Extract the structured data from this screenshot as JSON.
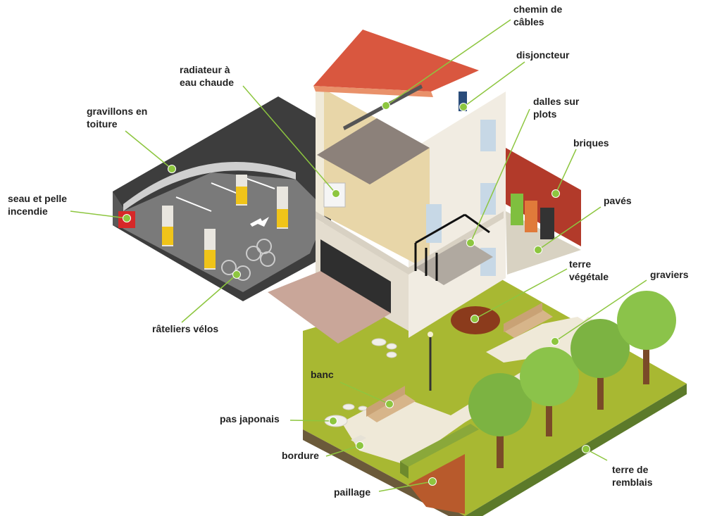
{
  "labels": {
    "chemin_de_cables": [
      "chemin de",
      "câbles"
    ],
    "disjoncteur": [
      "disjoncteur"
    ],
    "radiateur": [
      "radiateur à",
      "eau chaude"
    ],
    "dalles_sur_plots": [
      "dalles sur",
      "plots"
    ],
    "gravillons": [
      "gravillons en",
      "toiture"
    ],
    "briques": [
      "briques"
    ],
    "seau_pelle": [
      "seau et pelle",
      "incendie"
    ],
    "paves": [
      "pavés"
    ],
    "terre_vegetale": [
      "terre",
      "végétale"
    ],
    "graviers": [
      "graviers"
    ],
    "rateliers_velos": [
      "râteliers vélos"
    ],
    "banc": [
      "banc"
    ],
    "pas_japonais": [
      "pas japonais"
    ],
    "bordure": [
      "bordure"
    ],
    "paillage": [
      "paillage"
    ],
    "terre_remblais": [
      "terre de",
      "remblais"
    ]
  },
  "colors": {
    "leader_line": "#8dc63f",
    "marker": "#8dc63f",
    "roof_tile": "#d9573f",
    "lawn": "#a8b832",
    "asphalt": "#3d3d3d",
    "wall": "#ede8dc"
  }
}
